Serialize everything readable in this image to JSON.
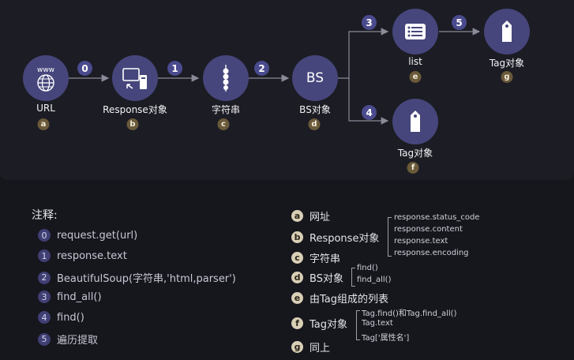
{
  "nodes": {
    "a": {
      "label": "URL",
      "letter": "a",
      "icon_text": "www"
    },
    "b": {
      "label": "Response对象",
      "letter": "b"
    },
    "c": {
      "label": "字符串",
      "letter": "c"
    },
    "d": {
      "label": "BS对象",
      "letter": "d",
      "icon_text": "BS"
    },
    "e": {
      "label": "list",
      "letter": "e"
    },
    "f": {
      "label": "Tag对象",
      "letter": "f"
    },
    "g": {
      "label": "Tag对象",
      "letter": "g"
    }
  },
  "steps": [
    "0",
    "1",
    "2",
    "3",
    "4",
    "5"
  ],
  "notes": {
    "title": "注释:",
    "items": [
      {
        "num": "0",
        "text": "request.get(url)"
      },
      {
        "num": "1",
        "text": "response.text"
      },
      {
        "num": "2",
        "text": "BeautifulSoup(字符串,'html,parser')"
      },
      {
        "num": "3",
        "text": "find_all()"
      },
      {
        "num": "4",
        "text": "find()"
      },
      {
        "num": "5",
        "text": "遍历提取"
      }
    ]
  },
  "legend": [
    {
      "letter": "a",
      "text": "网址"
    },
    {
      "letter": "b",
      "text": "Response对象",
      "details": [
        "response.status_code",
        "response.content",
        "response.text",
        "response.encoding"
      ]
    },
    {
      "letter": "c",
      "text": "字符串"
    },
    {
      "letter": "d",
      "text": "BS对象",
      "details": [
        "find()",
        "find_all()"
      ]
    },
    {
      "letter": "e",
      "text": "由Tag组成的列表"
    },
    {
      "letter": "f",
      "text": "Tag对象",
      "details": [
        "Tag.find()和Tag.find_all()",
        "Tag.text",
        "Tag['属性名']"
      ]
    },
    {
      "letter": "g",
      "text": "同上"
    }
  ],
  "colors": {
    "background": "#16161d",
    "panel": "#1c1c24",
    "node": "#46467c",
    "step": "#4a4a8e",
    "letter_badge": "#6a5a3a",
    "legend_badge": "#d9cfb6"
  }
}
